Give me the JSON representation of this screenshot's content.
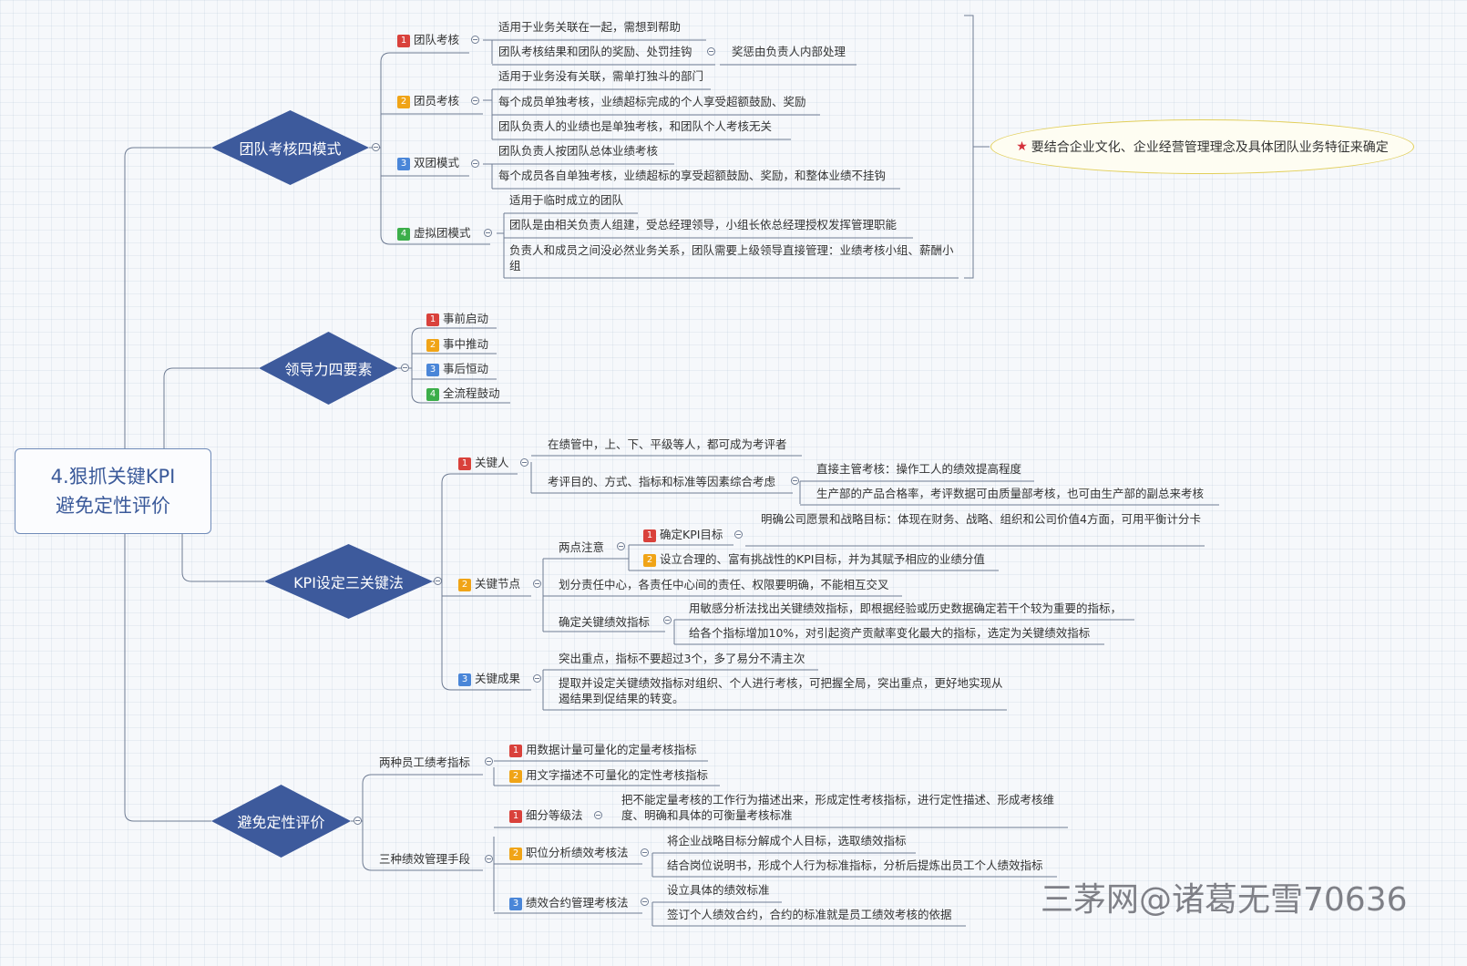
{
  "colors": {
    "line": "#6f7c93",
    "diamond": "#3d5a9c",
    "badge_1": "#d9413b",
    "badge_2": "#f0a417",
    "badge_3": "#4a86d8",
    "badge_4": "#3cae4a",
    "note_border": "#e2cf5a"
  },
  "root": {
    "line1": "4.狠抓关键KPI",
    "line2": "避免定性评价"
  },
  "note": {
    "icon": "star-icon",
    "text": "要结合企业文化、企业经营管理理念及具体团队业务特征来确定"
  },
  "watermark": "三茅网@诸葛无雪70636",
  "branches": {
    "b1": {
      "title": "团队考核四模式",
      "items": [
        {
          "num": "1",
          "label": "团队考核",
          "details": [
            "适用于业务关联在一起，需想到帮助",
            "团队考核结果和团队的奖励、处罚挂钩"
          ],
          "sub": "奖惩由负责人内部处理"
        },
        {
          "num": "2",
          "label": "团员考核",
          "details": [
            "适用于业务没有关联，需单打独斗的部门",
            "每个成员单独考核，业绩超标完成的个人享受超额鼓励、奖励",
            "团队负责人的业绩也是单独考核，和团队个人考核无关"
          ]
        },
        {
          "num": "3",
          "label": "双团模式",
          "details": [
            "团队负责人按团队总体业绩考核",
            "每个成员各自单独考核，业绩超标的享受超额鼓励、奖励，和整体业绩不挂钩"
          ]
        },
        {
          "num": "4",
          "label": "虚拟团模式",
          "details": [
            "适用于临时成立的团队",
            "团队是由相关负责人组建，受总经理领导，小组长依总经理授权发挥管理职能",
            "负责人和成员之间没必然业务关系，团队需要上级领导直接管理：业绩考核小组、薪酬小组"
          ]
        }
      ]
    },
    "b2": {
      "title": "领导力四要素",
      "items": [
        {
          "num": "1",
          "label": "事前启动"
        },
        {
          "num": "2",
          "label": "事中推动"
        },
        {
          "num": "3",
          "label": "事后恒动"
        },
        {
          "num": "4",
          "label": "全流程鼓动"
        }
      ]
    },
    "b3": {
      "title": "KPI设定三关键法",
      "k1": {
        "num": "1",
        "label": "关键人",
        "d1": "在绩管中，上、下、平级等人，都可成为考评者",
        "d2": "考评目的、方式、指标和标准等因素综合考虑",
        "d2a": "直接主管考核：操作工人的绩效提高程度",
        "d2b": "生产部的产品合格率，考评数据可由质量部考核，也可由生产部的副总来考核"
      },
      "k2": {
        "num": "2",
        "label": "关键节点",
        "a": "两点注意",
        "a1": {
          "num": "1",
          "label": "确定KPI目标",
          "detail": "明确公司愿景和战略目标：体现在财务、战略、组织和公司价值4方面，可用平衡计分卡"
        },
        "a2": {
          "num": "2",
          "label": "设立合理的、富有挑战性的KPI目标，并为其赋予相应的业绩分值"
        },
        "b": "划分责任中心，各责任中心间的责任、权限要明确，不能相互交叉",
        "c": "确定关键绩效指标",
        "c1": "用敏感分析法找出关键绩效指标，即根据经验或历史数据确定若干个较为重要的指标，",
        "c2": "给各个指标增加10%，对引起资产贡献率变化最大的指标，选定为关键绩效指标"
      },
      "k3": {
        "num": "3",
        "label": "关键成果",
        "d1": "突出重点，指标不要超过3个，多了易分不清主次",
        "d2": "提取并设定关键绩效指标对组织、个人进行考核，可把握全局，突出重点，更好地实现从遏结果到促结果的转变。"
      }
    },
    "b4": {
      "title": "避免定性评价",
      "g1": {
        "label": "两种员工绩考指标",
        "i1": {
          "num": "1",
          "label": "用数据计量可量化的定量考核指标"
        },
        "i2": {
          "num": "2",
          "label": "用文字描述不可量化的定性考核指标"
        }
      },
      "g2": {
        "label": "三种绩效管理手段",
        "m1": {
          "num": "1",
          "label": "细分等级法",
          "detail": "把不能定量考核的工作行为描述出来，形成定性考核指标，进行定性描述、形成考核维度、明确和具体的可衡量考核标准"
        },
        "m2": {
          "num": "2",
          "label": "职位分析绩效考核法",
          "d1": "将企业战略目标分解成个人目标，选取绩效指标",
          "d2": "结合岗位说明书，形成个人行为标准指标，分析后提炼出员工个人绩效指标"
        },
        "m3": {
          "num": "3",
          "label": "绩效合约管理考核法",
          "d1": "设立具体的绩效标准",
          "d2": "签订个人绩效合约，合约的标准就是员工绩效考核的依据"
        }
      }
    }
  }
}
